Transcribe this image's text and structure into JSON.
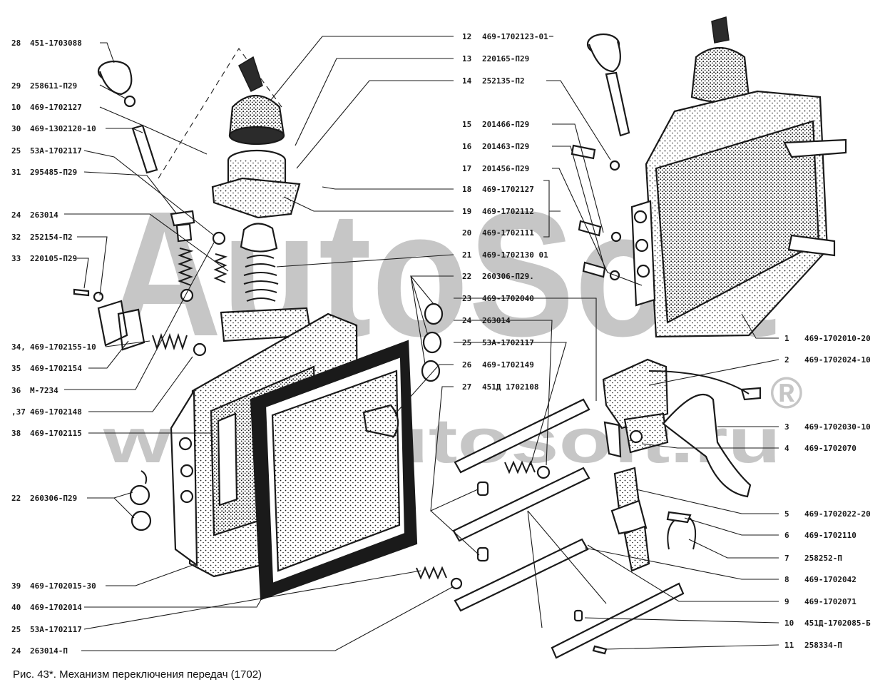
{
  "caption": "Рис. 43*. Механизм переключения передач (1702)",
  "watermark": {
    "main": "AutoSoft",
    "url": "www.autosoft.ru",
    "mark": "®"
  },
  "colors": {
    "ink": "#1a1a1a",
    "watermark": "#bdbdbd",
    "background": "#ffffff"
  },
  "left_callouts": [
    {
      "num": "28",
      "code": "451-1703088"
    },
    {
      "num": "29",
      "code": "258611-П29"
    },
    {
      "num": "10",
      "code": "469-1702127"
    },
    {
      "num": "30",
      "code": "469-1302120-10"
    },
    {
      "num": "25",
      "code": "53А-1702117"
    },
    {
      "num": "31",
      "code": "295485-П29"
    },
    {
      "num": "24",
      "code": "263014"
    },
    {
      "num": "32",
      "code": "252154-П2"
    },
    {
      "num": "33",
      "code": "220105-П29"
    },
    {
      "num": "34,",
      "code": "469-1702155-10"
    },
    {
      "num": "35",
      "code": "469-1702154"
    },
    {
      "num": "36",
      "code": "М-7234"
    },
    {
      "num": ",37",
      "code": "469-1702148"
    },
    {
      "num": "38",
      "code": "469-1702115"
    },
    {
      "num": "22",
      "code": "260306-П29"
    },
    {
      "num": "39",
      "code": "469-1702015-30"
    },
    {
      "num": "40",
      "code": "469-1702014"
    },
    {
      "num": "25",
      "code": "53А-1702117"
    },
    {
      "num": "24",
      "code": "263014-П"
    }
  ],
  "center_callouts": [
    {
      "num": "12",
      "code": "469-1702123-01"
    },
    {
      "num": "13",
      "code": "220165-П29"
    },
    {
      "num": "14",
      "code": "252135-П2"
    },
    {
      "num": "15",
      "code": "201466-П29"
    },
    {
      "num": "16",
      "code": "201463-П29"
    },
    {
      "num": "17",
      "code": "201456-П29"
    },
    {
      "num": "18",
      "code": "469-1702127"
    },
    {
      "num": "19",
      "code": "469-1702112"
    },
    {
      "num": "20",
      "code": "469-1702111"
    },
    {
      "num": "21",
      "code": "469-1702130 01"
    },
    {
      "num": "22",
      "code": "260306-П29."
    },
    {
      "num": "23",
      "code": "469-1702040"
    },
    {
      "num": "24",
      "code": "263014"
    },
    {
      "num": "25",
      "code": "53А-1702117"
    },
    {
      "num": "26",
      "code": "469-1702149"
    },
    {
      "num": "27",
      "code": "451Д 1702108"
    }
  ],
  "right_callouts": [
    {
      "num": "1",
      "code": "469-1702010-20"
    },
    {
      "num": "2",
      "code": "469-1702024-10"
    },
    {
      "num": "3",
      "code": "469-1702030-10"
    },
    {
      "num": "4",
      "code": "469-1702070"
    },
    {
      "num": "5",
      "code": "469-1702022-20"
    },
    {
      "num": "6",
      "code": "469-1702110"
    },
    {
      "num": "7",
      "code": "258252-П"
    },
    {
      "num": "8",
      "code": "469-1702042"
    },
    {
      "num": "9",
      "code": "469-1702071"
    },
    {
      "num": "10",
      "code": "451Д-1702085-Б"
    },
    {
      "num": "11",
      "code": "258334-П"
    }
  ]
}
